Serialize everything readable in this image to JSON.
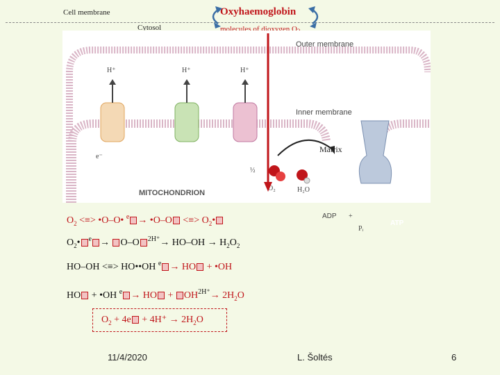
{
  "labels": {
    "cell_membrane": "Cell membrane",
    "cytosol": "Cytosol",
    "oxyhaemoglobin": "Oxyhaemoglobin",
    "dioxygen": "molecules of dioxygen O",
    "dioxygen_sub": "2",
    "outer_membrane": "Outer membrane",
    "inner_membrane": "Inner membrane",
    "matrix": "Matrix",
    "mitochondrion": "MITOCHONDRION",
    "hplus": "H⁺",
    "e_minus": "e⁻",
    "half": "½",
    "o2": "O₂",
    "h2o": "H₂O",
    "adp": "ADP",
    "atp": "ATP",
    "pi": "Pᵢ",
    "plus": "+"
  },
  "equations": {
    "eq1": {
      "a": "O",
      "a_sub": "2",
      "b": " <≡> •O–O• ",
      "c": "e",
      "d": "→ •O–O",
      "e": " <≡> O",
      "e_sub": "2",
      "f": "•"
    },
    "eq2": {
      "a": "O",
      "a_sub": "2",
      "b": "•",
      "c": "e",
      "d": "→ ",
      "e": "O–O",
      "f": "2H⁺",
      "g": "→ HO–OH → H",
      "g_sub1": "2",
      "g2": "O",
      "g_sub2": "2"
    },
    "eq3": {
      "a": "HO–OH <≡> HO••OH ",
      "b": "e",
      "c": "→ HO",
      "d": " + •OH"
    },
    "eq4": {
      "a": "HO",
      "b": " + •OH ",
      "c": "e",
      "d": "→ HO",
      "e": " + ",
      "f": "OH",
      "g": "2H⁺",
      "h": "→ 2H",
      "h_sub": "2",
      "h2": "O"
    },
    "eq5": {
      "a": "O",
      "a_sub": "2",
      "b": " + 4e",
      "c": " + 4H⁺ → 2H",
      "c_sub": "2",
      "d": "O"
    }
  },
  "footer": {
    "date": "11/4/2020",
    "author": "L. Šoltés",
    "page": "6"
  },
  "colors": {
    "title_red": "#c0151a",
    "membrane_pink": "#d9b5c6",
    "background": "#f4f9e6"
  }
}
